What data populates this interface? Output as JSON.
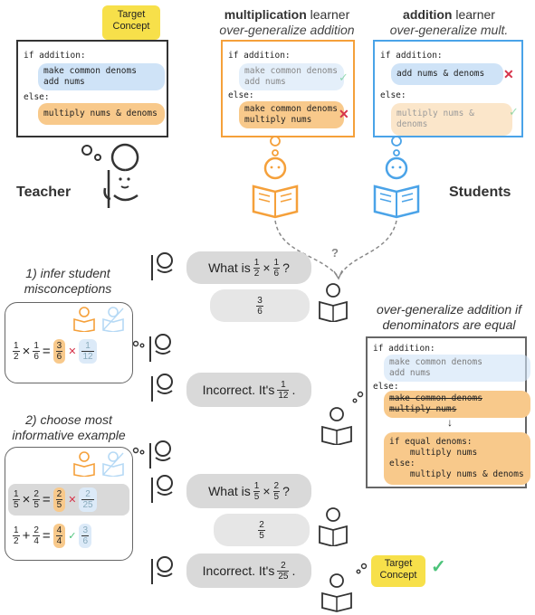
{
  "target_label_top": "Target Concept",
  "target_label_bottom": "Target Concept",
  "teacher_label": "Teacher",
  "students_label": "Students",
  "question_mark": "?",
  "mult_learner": {
    "title_bold": "multiplication",
    "title_rest": " learner",
    "subtitle": "over-generalize addition"
  },
  "add_learner": {
    "title_bold": "addition",
    "title_rest": " learner",
    "subtitle": "over-generalize mult."
  },
  "code": {
    "if_add": "if addition:",
    "else": "else:",
    "common_denoms": "make common denoms",
    "add_nums": "add nums",
    "mult_nums_denoms": "multiply nums & denoms",
    "mult_nums": "multiply nums",
    "add_nums_denoms": "add nums & denoms",
    "if_equal": "if equal denoms:",
    "mult_nums_indent": "    multiply nums",
    "else_indent": "else:",
    "mult_nd_indent": "    multiply nums & denoms"
  },
  "step1": "1) infer student misconceptions",
  "step2": "2) choose most informative example",
  "overgen_caption": "over-generalize addition if denominators are equal",
  "dialogue": {
    "q1_prefix": "What is",
    "q1": {
      "a": [
        "1",
        "2"
      ],
      "op": "×",
      "b": [
        "1",
        "6"
      ],
      "suffix": "?"
    },
    "a1": [
      "3",
      "6"
    ],
    "r1_prefix": "Incorrect. It's",
    "r1_frac": [
      "1",
      "12"
    ],
    "r1_suffix": ".",
    "q2_prefix": "What is",
    "q2": {
      "a": [
        "1",
        "5"
      ],
      "op": "×",
      "b": [
        "2",
        "5"
      ],
      "suffix": "?"
    },
    "a2": [
      "2",
      "5"
    ],
    "r2_prefix": "Incorrect. It's",
    "r2_frac": [
      "2",
      "25"
    ],
    "r2_suffix": "."
  },
  "box1": {
    "lhs_a": [
      "1",
      "2"
    ],
    "op": "×",
    "lhs_b": [
      "1",
      "6"
    ],
    "eq": "=",
    "ans": [
      "3",
      "6"
    ],
    "alt": [
      "1",
      "12"
    ]
  },
  "box2": {
    "row1": {
      "lhs_a": [
        "1",
        "5"
      ],
      "op": "×",
      "lhs_b": [
        "2",
        "5"
      ],
      "eq": "=",
      "ans": [
        "2",
        "5"
      ],
      "alt": [
        "2",
        "25"
      ]
    },
    "row2": {
      "lhs_a": [
        "1",
        "2"
      ],
      "op": "+",
      "lhs_b": [
        "2",
        "4"
      ],
      "eq": "=",
      "ans": [
        "4",
        "4"
      ],
      "alt": [
        "3",
        "6"
      ]
    }
  },
  "marks": {
    "check": "✓",
    "cross": "✕",
    "arrow": "↓"
  },
  "colors": {
    "orange": "#f5a03a",
    "blue": "#4aa3e8",
    "yellow": "#f7e04a",
    "red": "#d6334a",
    "green": "#4cc37a"
  }
}
